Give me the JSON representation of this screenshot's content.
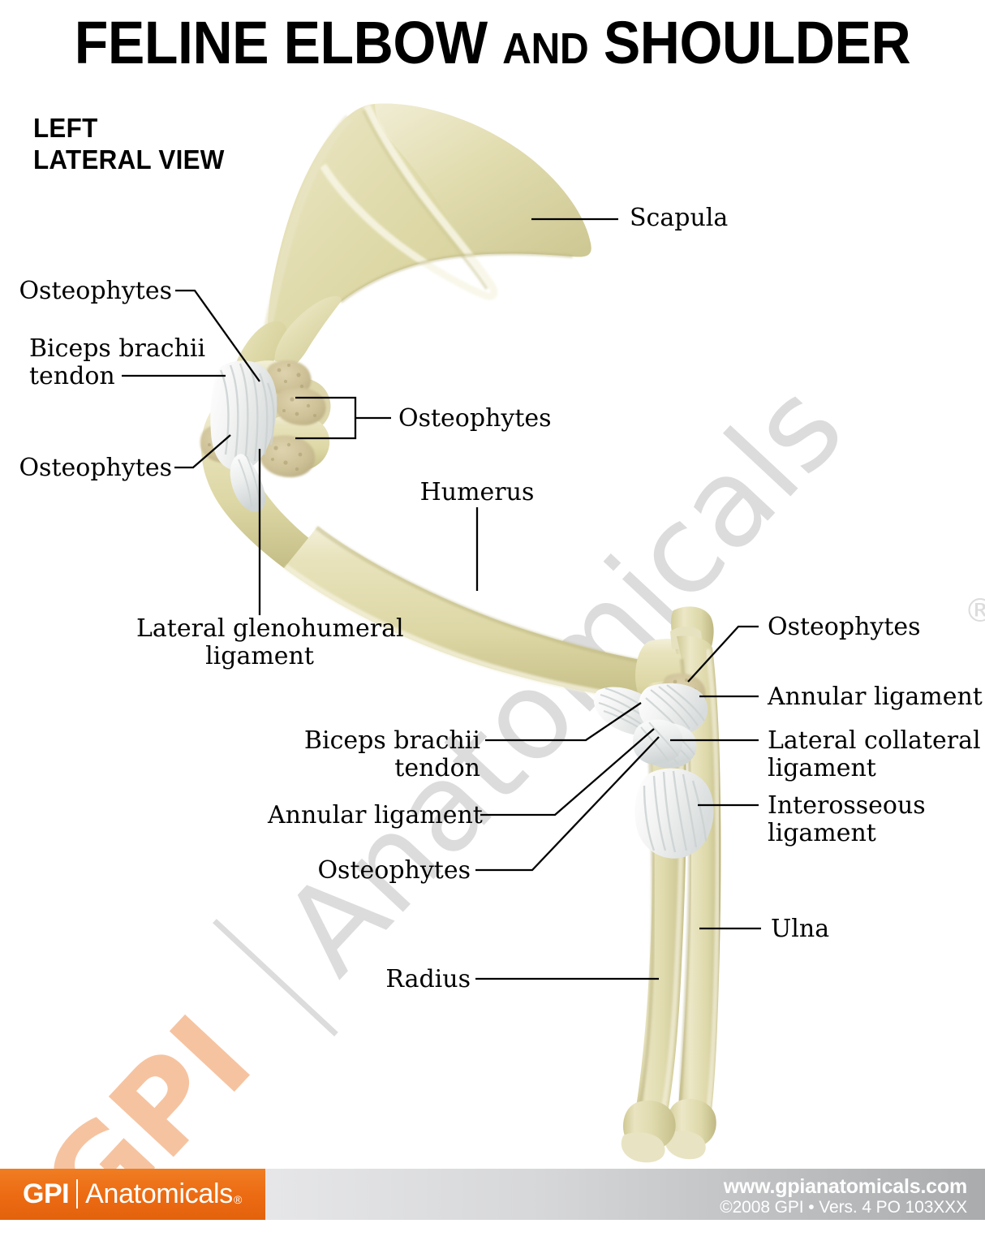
{
  "title": {
    "main_1": "FELINE ELBOW ",
    "and": "AND",
    "main_2": " SHOULDER"
  },
  "view_label": {
    "line1": "LEFT",
    "line2": "LATERAL VIEW"
  },
  "watermark": {
    "brand": "GPI",
    "name": "Anatomicals",
    "registered": "®"
  },
  "labels": {
    "osteophytes_shoulder_top": "Osteophytes",
    "biceps_tendon_shoulder": "Biceps brachii\ntendon",
    "osteophytes_shoulder_bracket": "Osteophytes",
    "osteophytes_shoulder_left": "Osteophytes",
    "humerus": "Humerus",
    "lateral_glenohumeral_ligament": "Lateral glenohumeral\nligament",
    "osteophytes_elbow_right": "Osteophytes",
    "annular_ligament_right": "Annular ligament",
    "lateral_collateral_ligament": "Lateral collateral\nligament",
    "interosseous_ligament": "Interosseous\nligament",
    "biceps_tendon_elbow": "Biceps brachii\ntendon",
    "annular_ligament_left": "Annular ligament",
    "osteophytes_elbow_left": "Osteophytes",
    "ulna": "Ulna",
    "radius": "Radius",
    "scapula": "Scapula"
  },
  "footer": {
    "brand_bold": "GPI",
    "brand_regular": "Anatomicals",
    "brand_registered": "®",
    "url": "www.gpianatomicals.com",
    "copyright": "©2008 GPI • Vers. 4 PO 103XXX"
  },
  "colors": {
    "bone": "#e2ddb0",
    "bone_light": "#eeead0",
    "bone_shadow": "#c9c48f",
    "osteophyte": "#d3c9a2",
    "ligament": "#f2f3f2",
    "ligament_shadow": "#d4d8d8",
    "accent_orange": "#ec6a12",
    "watermark_gray": "#dcdcdc",
    "watermark_peach": "#f6c3a0",
    "leader": "#000000"
  }
}
